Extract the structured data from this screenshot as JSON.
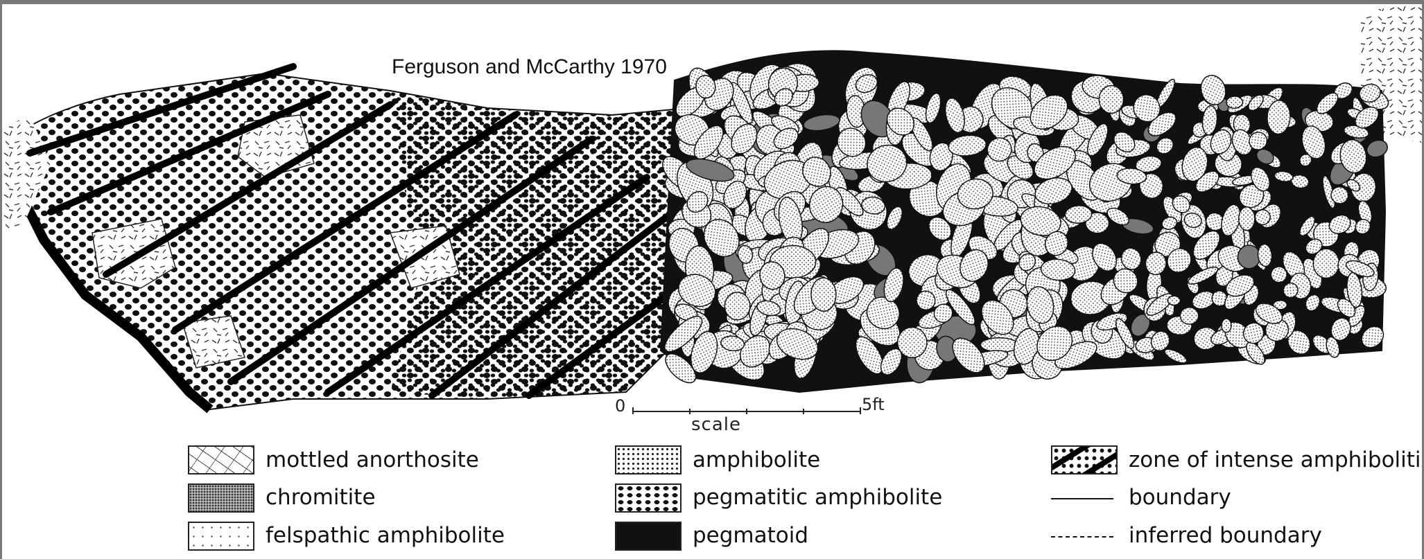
{
  "attribution": "Ferguson and McCarthy 1970",
  "scale": {
    "zero": "0",
    "unit": "5ft",
    "label": "scale"
  },
  "legend": {
    "mottled_anorthosite": "mottled anorthosite",
    "chromitite": "chromitite",
    "felspathic_amphibolite": "felspathic amphibolite",
    "amphibolite": "amphibolite",
    "pegmatitic_amphibolite": "pegmatitic amphibolite",
    "pegmatoid": "pegmatoid",
    "zone_intense": "zone of intense amphibolitiza",
    "boundary": "boundary",
    "inferred_boundary": "inferred boundary"
  }
}
